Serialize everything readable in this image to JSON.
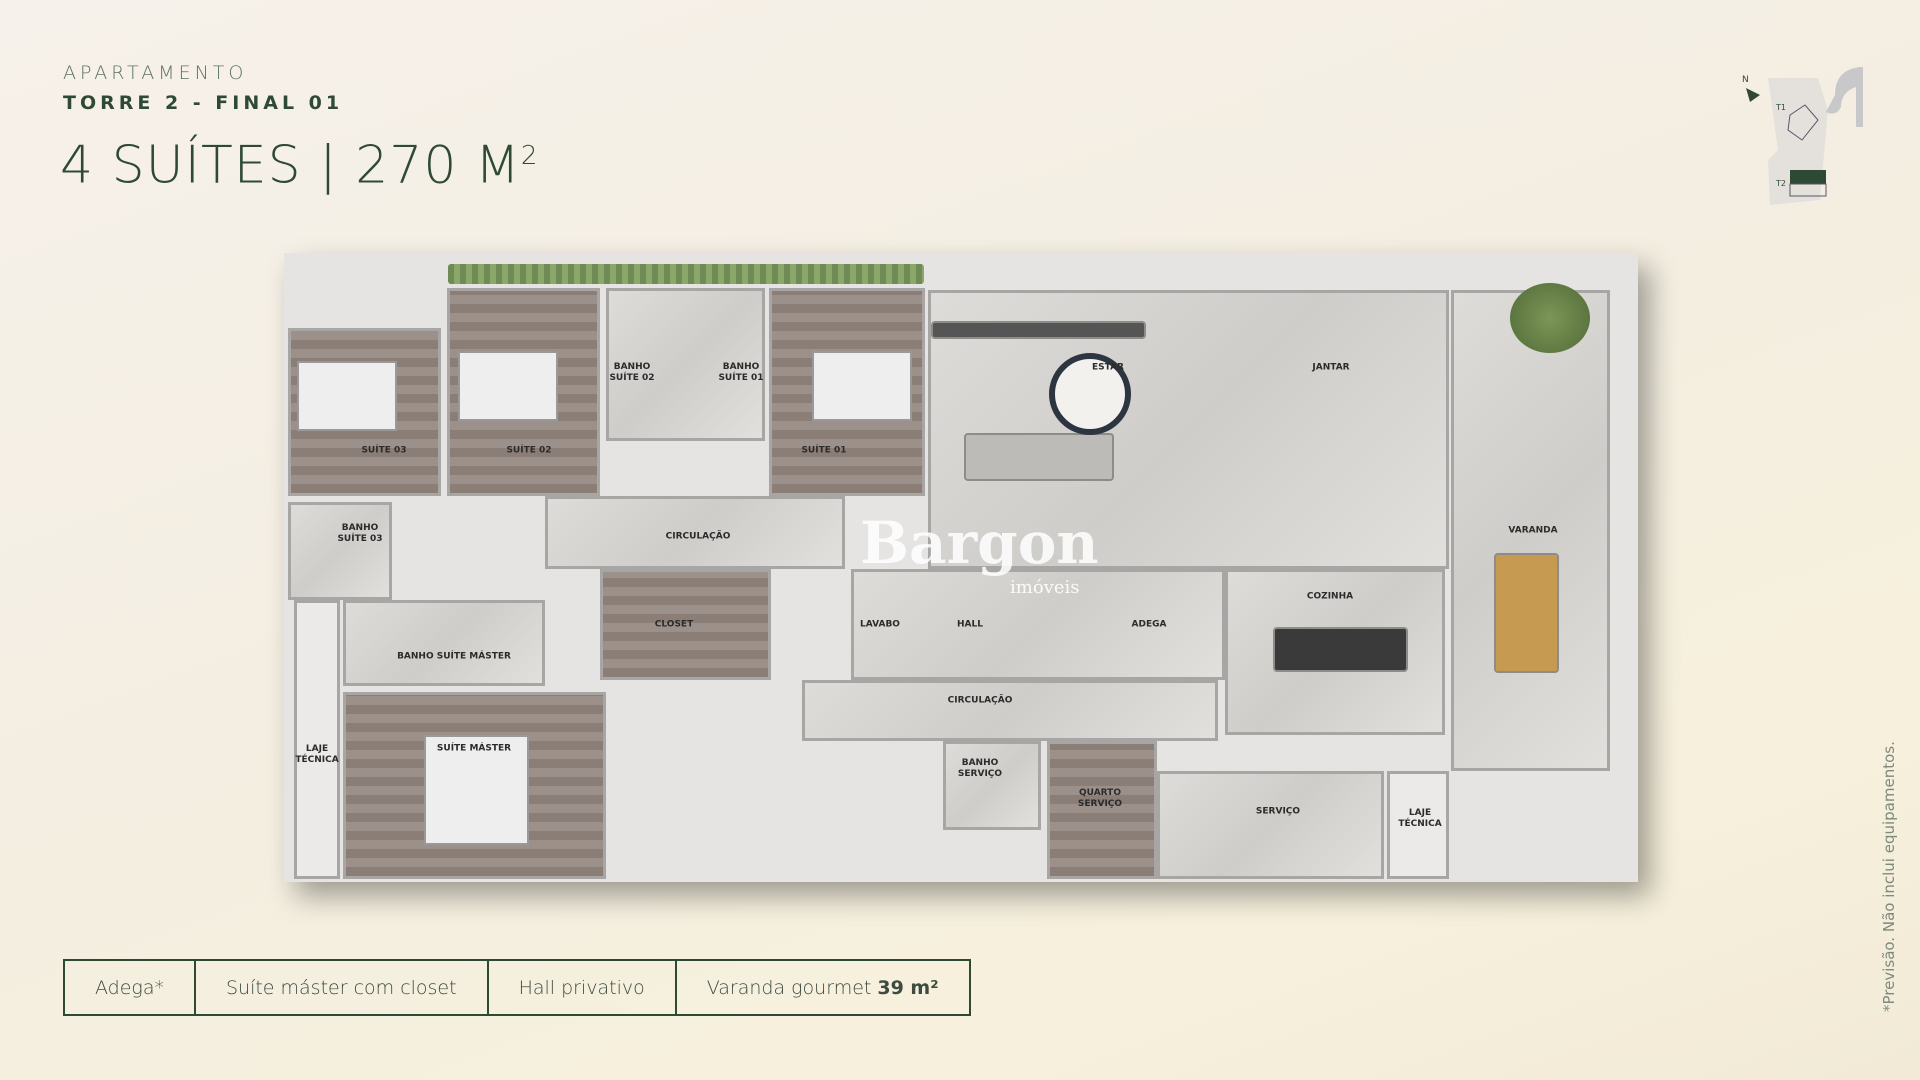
{
  "header": {
    "type": "APARTAMENTO",
    "tower": "TORRE 2 - FINAL 01",
    "summary": "4 SUÍTES | 270 M",
    "summary_sup": "2"
  },
  "keymap": {
    "north": "N",
    "tower1": "T1",
    "tower2": "T2",
    "highlight_color": "#2f4a34"
  },
  "watermark": {
    "brand": "Bargon",
    "sub": "imóveis"
  },
  "rooms": {
    "suite03": "SUÍTE 03",
    "suite02": "SUÍTE 02",
    "banho_suite02": "BANHO\nSUÍTE 02",
    "banho_suite01": "BANHO\nSUÍTE 01",
    "suite01": "SUÍTE 01",
    "estar": "ESTAR",
    "jantar": "JANTAR",
    "varanda": "VARANDA",
    "banho_suite03": "BANHO\nSUÍTE 03",
    "circulacao1": "CIRCULAÇÃO",
    "closet": "CLOSET",
    "banho_master": "BANHO SUÍTE MÁSTER",
    "lavabo": "LAVABO",
    "hall": "HALL",
    "adega": "ADEGA",
    "cozinha": "COZINHA",
    "circulacao2": "CIRCULAÇÃO",
    "laje1": "LAJE\nTÉCNICA",
    "suite_master": "SUÍTE MÁSTER",
    "banho_servico": "BANHO\nSERVIÇO",
    "quarto_servico": "QUARTO\nSERVIÇO",
    "servico": "SERVIÇO",
    "laje2": "LAJE\nTÉCNICA"
  },
  "features": [
    "Adega*",
    "Suíte máster com closet",
    "Hall privativo",
    "Varanda gourmet"
  ],
  "feature_varanda_area": "39 m²",
  "note": "*Previsão. Não inclui equipamentos."
}
